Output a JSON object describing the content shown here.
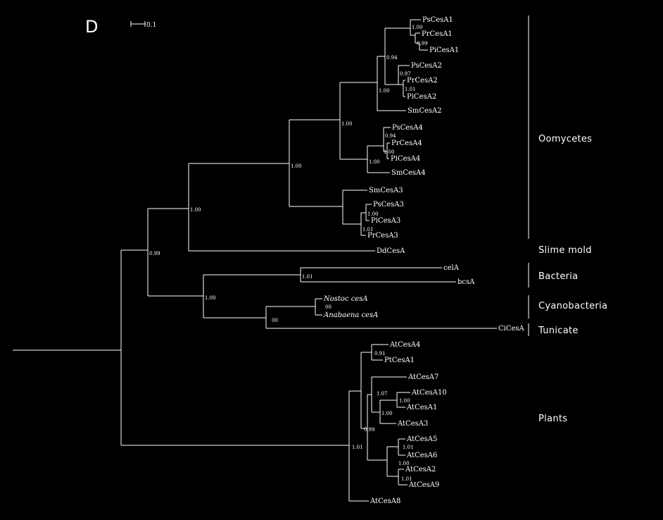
{
  "figure": {
    "panel_label": "D",
    "scale_bar_label": "0.1"
  },
  "leaves": {
    "ps_cesa1": "PsCesA1",
    "pr_cesa1": "PrCesA1",
    "pi_cesa1": "PiCesA1",
    "ps_cesa2": "PsCesA2",
    "pr_cesa2": "PrCesA2",
    "pi_cesa2": "PiCesA2",
    "sm_cesa2": "SmCesA2",
    "ps_cesa4": "PsCesA4",
    "pr_cesa4": "PrCesA4",
    "pi_cesa4": "PiCesA4",
    "sm_cesa4": "SmCesA4",
    "sm_cesa3": "SmCesA3",
    "ps_cesa3": "PsCesA3",
    "pi_cesa3": "PiCesA3",
    "pr_cesa3": "PrCesA3",
    "dd_cesa": "DdCesA",
    "cel_a": "celA",
    "bcs_a": "bcsA",
    "nostoc": "Nostoc cesA",
    "anabaena": "Anabaena cesA",
    "ci_cesa": "CiCesA",
    "at_cesa4": "AtCesA4",
    "pt_cesa1": "PtCesA1",
    "at_cesa7": "AtCesA7",
    "at_cesa10": "AtCesA10",
    "at_cesa1": "AtCesA1",
    "at_cesa3": "AtCesA3",
    "at_cesa5": "AtCesA5",
    "at_cesa6": "AtCesA6",
    "at_cesa2": "AtCesA2",
    "at_cesa9": "AtCesA9",
    "at_cesa8": "AtCesA8"
  },
  "support": {
    "n_root_top": "0.99",
    "n_stram": "1.00",
    "n_oo_core": "1.00",
    "n_ces12": "1.00",
    "n_ces1": "0.94",
    "n_ces1_sub": "1.00",
    "n_ces1_inner": "0.99",
    "n_ces2": "1.00",
    "n_ces2_sub": "0.97",
    "n_ces2_inner": "1.01",
    "n_ces4": "1.00",
    "n_ces4_sub": "0.94",
    "n_ces4_inner": "1.00",
    "n_ces3_sub": "1.00",
    "n_ces3_inner": "1.01",
    "n_bactcyan": "1.00",
    "n_bact": "1.01",
    "n_cyantun": "00",
    "n_cyan": "00",
    "n_plants": "1.01",
    "n_pl_sub": "0.99",
    "n_pl_a": "0.91",
    "n_pl_b": "1.00",
    "n_pl_b2": "1.07",
    "n_pl_b3": "1.00",
    "n_pl_c": "1.00",
    "n_pl_c1": "1.01",
    "n_pl_c2": "1.01"
  },
  "groups": {
    "oomycetes": "Oomycetes",
    "slime_mold": "Slime mold",
    "bacteria": "Bacteria",
    "cyanobacteria": "Cyanobacteria",
    "tunicate": "Tunicate",
    "plants": "Plants"
  }
}
